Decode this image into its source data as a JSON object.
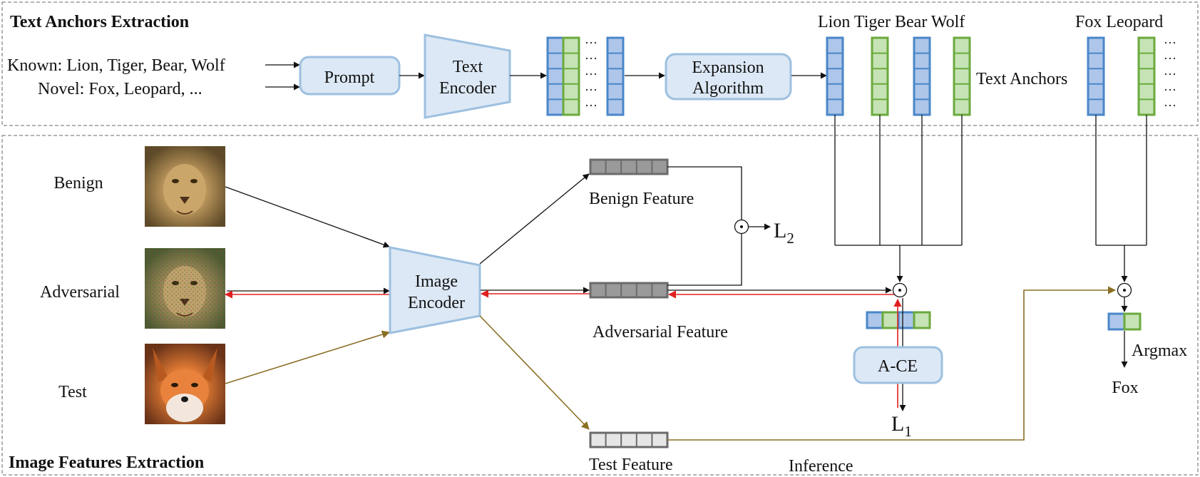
{
  "sections": {
    "top_title": "Text Anchors Extraction",
    "bottom_title": "Image Features Extraction"
  },
  "inputs": {
    "known": "Known: Lion, Tiger, Bear, Wolf",
    "novel": "Novel: Fox, Leopard, ..."
  },
  "blocks": {
    "prompt": "Prompt",
    "text_encoder_l1": "Text",
    "text_encoder_l2": "Encoder",
    "expansion_l1": "Expansion",
    "expansion_l2": "Algorithm",
    "image_encoder_l1": "Image",
    "image_encoder_l2": "Encoder",
    "ace": "A-CE"
  },
  "anchors": {
    "known_labels": "Lion Tiger Bear Wolf",
    "novel_labels": "Fox Leopard",
    "caption": "Text Anchors"
  },
  "image_rows": {
    "benign": "Benign",
    "adversarial": "Adversarial",
    "test": "Test"
  },
  "features": {
    "benign": "Benign Feature",
    "adversarial": "Adversarial Feature",
    "test": "Test Feature"
  },
  "outputs": {
    "l2_main": "L",
    "l2_sub": "2",
    "l1_main": "L",
    "l1_sub": "1",
    "op": "⊙",
    "argmax": "Argmax",
    "fox": "Fox",
    "inference": "Inference",
    "dots": "···"
  },
  "colors": {
    "blue_fill": "#aec6ea",
    "blue_stroke": "#4a86c8",
    "green_fill": "#c6e3b5",
    "green_stroke": "#6aaa3c",
    "gray_fill": "#9a9a9a",
    "gray_stroke": "#6b6b6b",
    "block_fill": "#dce8f5",
    "block_stroke": "#9dc0e0",
    "red": "#e02020",
    "brown": "#8a6e24"
  }
}
